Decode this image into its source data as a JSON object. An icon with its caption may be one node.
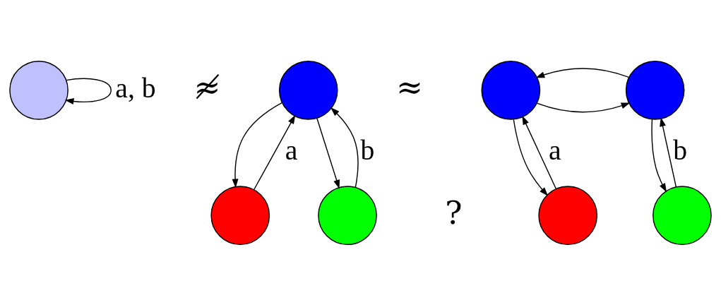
{
  "diagram": {
    "nodes": [
      {
        "text": [],
        "shape": "circle"
      },
      {
        "text": [],
        "shape": "circle"
      },
      {
        "text": [],
        "shape": "circle"
      },
      {
        "text": [],
        "shape": "circle"
      },
      {
        "text": [],
        "shape": "circle"
      },
      {
        "text": [],
        "shape": "circle"
      },
      {
        "text": [],
        "shape": "circle"
      },
      {
        "text": [],
        "shape": "circle"
      }
    ],
    "edges": [
      {
        "from": 0,
        "to": 0,
        "arrow": "to",
        "label": "a, b"
      },
      {
        "from": 2,
        "to": 1,
        "arrow": "to"
      },
      {
        "from": 1,
        "to": 2,
        "arrow": "to",
        "label": "a"
      },
      {
        "from": 2,
        "to": 3,
        "arrow": "to"
      },
      {
        "from": 3,
        "to": 2,
        "arrow": "to",
        "label": "b"
      },
      {
        "from": 4,
        "to": 5,
        "arrow": "to"
      },
      {
        "from": 5,
        "to": 4,
        "arrow": "to"
      },
      {
        "from": 4,
        "to": 6,
        "arrow": "to"
      },
      {
        "from": 6,
        "to": 4,
        "arrow": "to",
        "label": "a"
      },
      {
        "from": 5,
        "to": 7,
        "arrow": "to"
      },
      {
        "from": 7,
        "to": 5,
        "arrow": "to",
        "label": "b"
      }
    ],
    "labels": [
      "≉",
      "?",
      "≈"
    ]
  }
}
